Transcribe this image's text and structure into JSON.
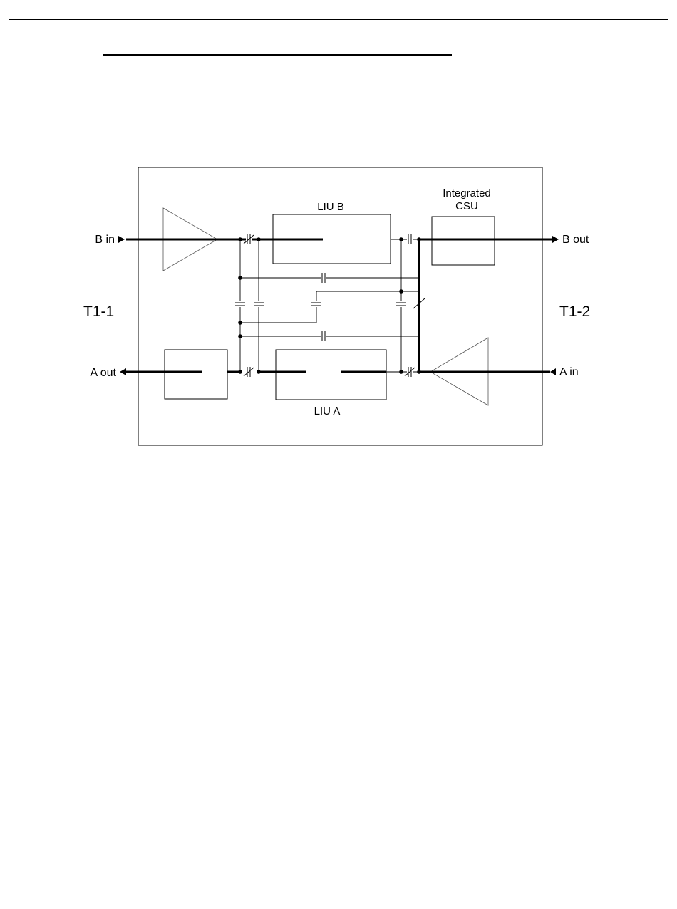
{
  "diagram": {
    "labels": {
      "b_in": "B in",
      "b_out": "B out",
      "a_out": "A out",
      "a_in": "A in",
      "t1_1": "T1-1",
      "t1_2": "T1-2",
      "liu_b": "LIU B",
      "liu_a": "LIU A",
      "csu_line1": "Integrated",
      "csu_line2": "CSU"
    }
  }
}
